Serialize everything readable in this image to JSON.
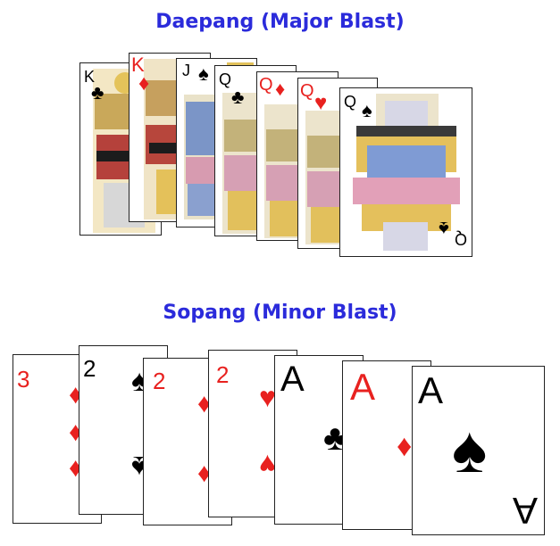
{
  "colors": {
    "heading": "#2b2bdb",
    "red": "#e8211f",
    "black": "#000000"
  },
  "daepang": {
    "title": "Daepang (Major Blast)",
    "cards": [
      {
        "rank": "K",
        "suit": "♣",
        "suit_name": "clubs"
      },
      {
        "rank": "K",
        "suit": "♦",
        "suit_name": "diamonds"
      },
      {
        "rank": "J",
        "suit": "♠",
        "suit_name": "spades"
      },
      {
        "rank": "Q",
        "suit": "♣",
        "suit_name": "clubs"
      },
      {
        "rank": "Q",
        "suit": "♦",
        "suit_name": "diamonds"
      },
      {
        "rank": "Q",
        "suit": "♥",
        "suit_name": "hearts"
      },
      {
        "rank": "Q",
        "suit": "♠",
        "suit_name": "spades"
      }
    ]
  },
  "sopang": {
    "title": "Sopang (Minor Blast)",
    "cards": [
      {
        "rank": "3",
        "suit": "♦",
        "suit_name": "diamonds"
      },
      {
        "rank": "2",
        "suit": "♠",
        "suit_name": "spades"
      },
      {
        "rank": "2",
        "suit": "♦",
        "suit_name": "diamonds"
      },
      {
        "rank": "2",
        "suit": "♥",
        "suit_name": "hearts"
      },
      {
        "rank": "A",
        "suit": "♣",
        "suit_name": "clubs"
      },
      {
        "rank": "A",
        "suit": "♦",
        "suit_name": "diamonds"
      },
      {
        "rank": "A",
        "suit": "♠",
        "suit_name": "spades"
      }
    ]
  }
}
